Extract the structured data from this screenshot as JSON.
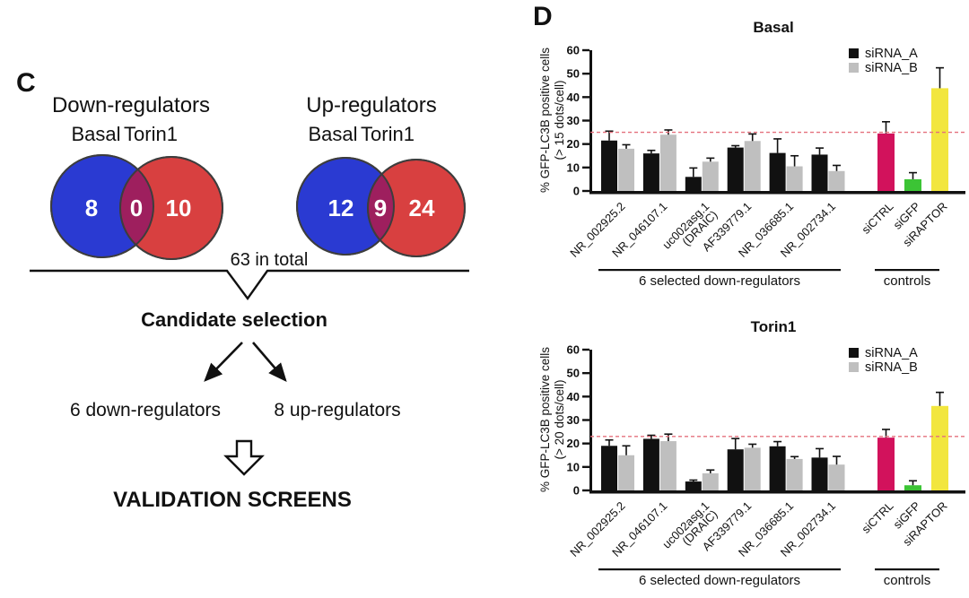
{
  "panel_c": {
    "label": "C",
    "venns": [
      {
        "title": "Down-regulators",
        "left_label": "Basal",
        "right_label": "Torin1",
        "left_value": "8",
        "overlap_value": "0",
        "right_value": "10"
      },
      {
        "title": "Up-regulators",
        "left_label": "Basal",
        "right_label": "Torin1",
        "left_value": "12",
        "overlap_value": "9",
        "right_value": "24"
      }
    ],
    "total_label": "63 in total",
    "selection_label": "Candidate selection",
    "branch_left": "6 down-regulators",
    "branch_right": "8 up-regulators",
    "final_label": "VALIDATION SCREENS",
    "colors": {
      "venn_basal": "#2a3ad2",
      "venn_torin": "#d84040",
      "venn_overlap": "#9e1f5e",
      "venn_outline": "#3d3d3d"
    }
  },
  "panel_d": {
    "label": "D"
  },
  "chart_data": [
    {
      "type": "bar",
      "title": "Basal",
      "ylabel_line1": "% GFP-LC3B positive cells",
      "ylabel_line2": "(> 15 dots/cell)",
      "ylim": [
        0,
        60
      ],
      "yticks": [
        0,
        10,
        20,
        30,
        40,
        50,
        60
      ],
      "threshold": 25,
      "threshold_color": "#e4707d",
      "categories": [
        "NR_002925.2",
        "NR_046107.1",
        "uc002asg.1\n(DRAIC)",
        "AF339779.1",
        "NR_036685.1",
        "NR_002734.1"
      ],
      "series": [
        {
          "name": "siRNA_A",
          "color": "#111111",
          "values": [
            21.5,
            16,
            6,
            18.5,
            16.2,
            15.5
          ],
          "errors": [
            4,
            1.3,
            3.8,
            0.8,
            6,
            2.8
          ]
        },
        {
          "name": "siRNA_B",
          "color": "#bfbfbf",
          "values": [
            18,
            24,
            12.5,
            21.3,
            10.5,
            8.5
          ],
          "errors": [
            1.7,
            2,
            1.5,
            3,
            4.5,
            2.4
          ]
        }
      ],
      "controls": [
        {
          "label": "siCTRL",
          "value": 24.5,
          "error": 5,
          "color": "#d2125c"
        },
        {
          "label": "siGFP",
          "value": 5,
          "error": 2.8,
          "color": "#3cc435"
        },
        {
          "label": "siRAPTOR",
          "value": 43.8,
          "error": 8.7,
          "color": "#f2e63e"
        }
      ],
      "group_label": "6 selected down-regulators",
      "controls_label": "controls",
      "legend_position": "top-right"
    },
    {
      "type": "bar",
      "title": "Torin1",
      "ylabel_line1": "% GFP-LC3B positive cells",
      "ylabel_line2": "(> 20 dots/cell)",
      "ylim": [
        0,
        60
      ],
      "yticks": [
        0,
        10,
        20,
        30,
        40,
        50,
        60
      ],
      "threshold": 23,
      "threshold_color": "#e4707d",
      "categories": [
        "NR_002925.2",
        "NR_046107.1",
        "uc002asg.1\n(DRAIC)",
        "AF339779.1",
        "NR_036685.1",
        "NR_002734.1"
      ],
      "series": [
        {
          "name": "siRNA_A",
          "color": "#111111",
          "values": [
            19,
            22,
            3.8,
            17.5,
            18.8,
            14
          ],
          "errors": [
            2.5,
            1.5,
            0.6,
            4.6,
            2,
            3.8
          ]
        },
        {
          "name": "siRNA_B",
          "color": "#bfbfbf",
          "values": [
            15,
            21,
            7.3,
            18.2,
            13.4,
            11
          ],
          "errors": [
            4,
            3,
            1.4,
            1.5,
            1,
            3.5
          ]
        }
      ],
      "controls": [
        {
          "label": "siCTRL",
          "value": 22.5,
          "error": 3.5,
          "color": "#d2125c"
        },
        {
          "label": "siGFP",
          "value": 2.2,
          "error": 1.9,
          "color": "#3cc435"
        },
        {
          "label": "siRAPTOR",
          "value": 36,
          "error": 5.8,
          "color": "#f2e63e"
        }
      ],
      "group_label": "6 selected down-regulators",
      "controls_label": "controls",
      "legend_position": "top-right"
    }
  ]
}
